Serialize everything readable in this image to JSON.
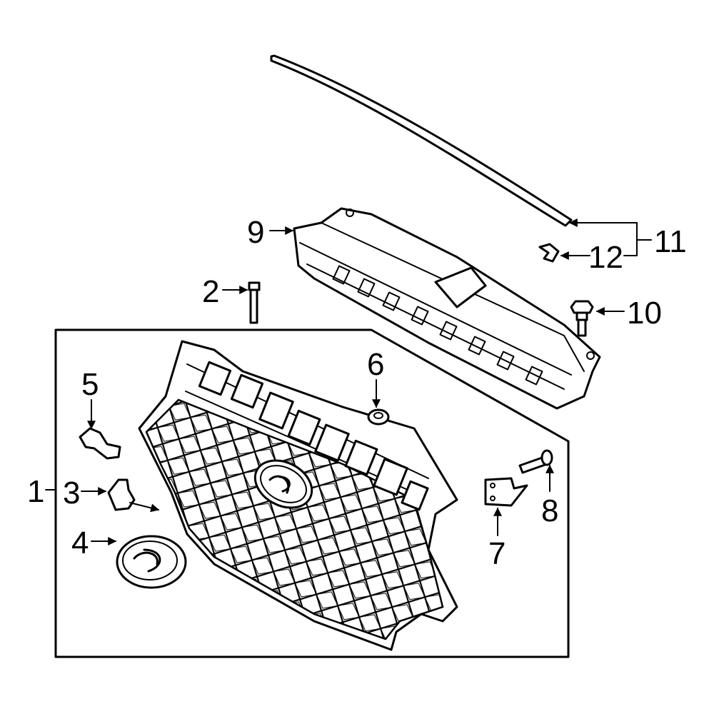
{
  "callouts": {
    "c1": "1",
    "c2": "2",
    "c3": "3",
    "c4": "4",
    "c5": "5",
    "c6": "6",
    "c7": "7",
    "c8": "8",
    "c9": "9",
    "c10": "10",
    "c11": "11",
    "c12": "12"
  },
  "line_color": "#000000",
  "background": "#ffffff"
}
